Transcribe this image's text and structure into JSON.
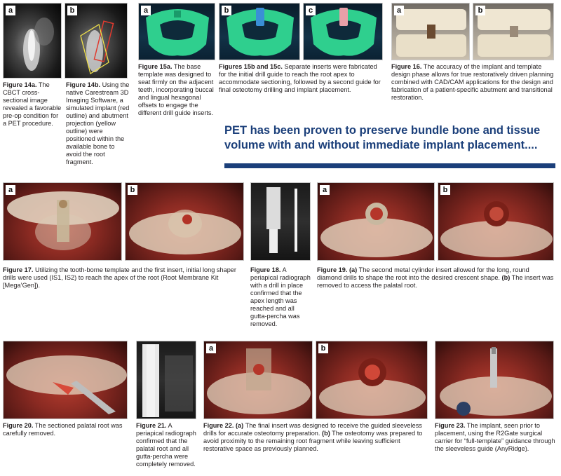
{
  "labels": {
    "a": "a",
    "b": "b",
    "c": "c"
  },
  "colors": {
    "pull_quote": "#1b3f7a",
    "implant_outline": "#e03a2f",
    "abutment_outline": "#f2e24a",
    "template_green": "#2fcf8e",
    "insert_blue": "#3a8fd6",
    "insert_pink": "#e8a0a8"
  },
  "fig14a": {
    "label": "Figure 14a.",
    "text": " The CBCT cross-sectional image revealed a favorable pre-op condition for a PET procedure."
  },
  "fig14b": {
    "label": "Figure 14b.",
    "text": " Using the native Carestream 3D Imaging Software, a simulated implant (red outline) and abutment projection (yellow outline) were positioned within the available bone to avoid the root fragment."
  },
  "fig15a": {
    "label": "Figure 15a.",
    "text": " The base template was designed to seat firmly on the adjacent teeth, incorporating buccal and lingual hexagonal offsets to engage the different drill guide inserts."
  },
  "fig15bc": {
    "label": "Figures 15b and 15c.",
    "text": " Separate inserts were fabricated for the initial drill guide to reach the root apex to accommodate sectioning, followed by a second guide for final osteotomy drilling and implant placement."
  },
  "fig16": {
    "label": "Figure 16.",
    "text": " The accuracy of the implant and template design phase allows for true restoratively driven planning combined with CAD/CAM applications for the design and fabrication of a patient-specific abutment and transitional restoration."
  },
  "pull_quote": "PET has been proven to preserve bundle bone and tissue volume with and without immediate implant placement....",
  "fig17": {
    "label": "Figure 17.",
    "text": " Utilizing the tooth-borne template and the first insert, initial long shaper drills were used (IS1, IS2) to reach the apex of the root (Root Membrane Kit [Mega’Gen])."
  },
  "fig18": {
    "label": "Figure 18.",
    "text": " A periapical radiograph with a drill in place confirmed that the apex length was reached and all gutta-percha was removed."
  },
  "fig19": {
    "label": "Figure 19.",
    "a_tag": "(a)",
    "a_text": " The second metal cylinder insert allowed for the long, round diamond drills to shape the root into the desired crescent shape. ",
    "b_tag": "(b)",
    "b_text": " The insert was removed to access the palatal root."
  },
  "fig20": {
    "label": "Figure 20.",
    "text": " The sectioned palatal root was carefully removed."
  },
  "fig21": {
    "label": "Figure 21.",
    "text": " A periapical radiograph confirmed that the palatal root and all gutta-percha were completely removed."
  },
  "fig22": {
    "label": "Figure 22.",
    "a_tag": "(a)",
    "a_text": " The final insert was designed to receive the guided sleeveless drills for accurate osteotomy preparation. ",
    "b_tag": "(b)",
    "b_text": " The osteotomy was prepared to avoid proximity to the remaining root fragment while leaving sufficient restorative space as previously planned."
  },
  "fig23": {
    "label": "Figure 23.",
    "text": " The implant, seen prior to placement, using the R2Gate surgical carrier for “full-template” guidance through the sleeveless guide (AnyRidge)."
  }
}
